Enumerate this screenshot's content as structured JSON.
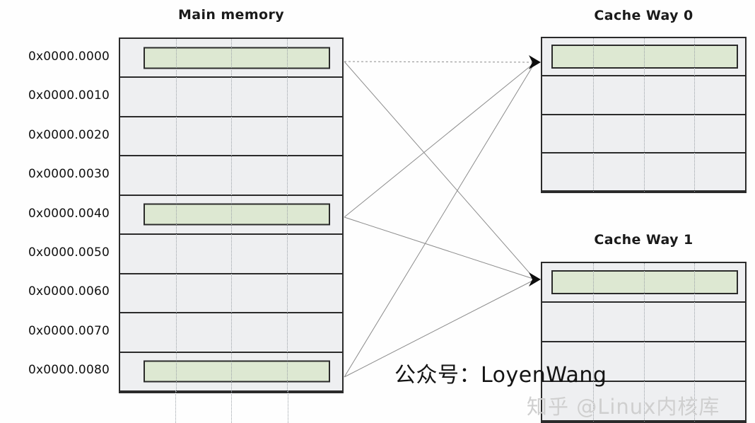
{
  "diagram": {
    "main_memory": {
      "title": "Main memory",
      "columns": 4,
      "addresses": [
        "0x0000.0000",
        "0x0000.0010",
        "0x0000.0020",
        "0x0000.0030",
        "0x0000.0040",
        "0x0000.0050",
        "0x0000.0060",
        "0x0000.0070",
        "0x0000.0080"
      ],
      "highlighted_rows": [
        0,
        4,
        8
      ]
    },
    "cache_way_0": {
      "title": "Cache Way 0",
      "columns": 4,
      "rows": 4,
      "highlighted_rows": [
        0
      ]
    },
    "cache_way_1": {
      "title": "Cache Way 1",
      "columns": 4,
      "rows": 4,
      "highlighted_rows": [
        0
      ]
    }
  },
  "colors": {
    "highlight_fill": "#dde8d2",
    "cell_fill": "#eeeff1",
    "border": "#2b2b2b",
    "connector": "#8c8c8c",
    "column_separator": "#9aa0a6",
    "watermark": "#cfcfcf"
  },
  "watermarks": {
    "brand": "公众号：LoyenWang",
    "site": "知乎 @Linux内核库"
  }
}
